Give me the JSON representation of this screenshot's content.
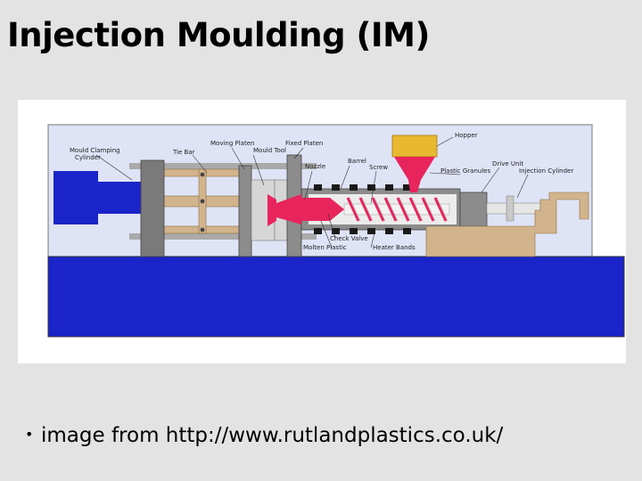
{
  "slide": {
    "title": "Injection Moulding (IM)",
    "bullet": "image from http://www.rutlandplastics.co.uk/"
  },
  "diagram": {
    "labels": {
      "mould_clamping_cylinder_1": "Mould Clamping",
      "mould_clamping_cylinder_2": "Cylinder",
      "tie_bar": "Tie Bar",
      "moving_platen": "Moving Platen",
      "fixed_platen": "Fixed Platen",
      "mould_tool": "Mould Tool",
      "nozzle": "Nozzle",
      "barrel": "Barrel",
      "screw": "Screw",
      "hopper": "Hopper",
      "plastic_granules": "Plastic Granules",
      "drive_unit": "Drive Unit",
      "injection_cylinder": "Injection Cylinder",
      "check_valve": "Check Valve",
      "molten_plastic": "Molten Plastic",
      "heater_bands": "Heater Bands"
    },
    "colors": {
      "base": "#1a24c8",
      "frame": "#dfe3f6",
      "plastic": "#e8245c",
      "hopper": "#e8b830",
      "tan": "#d2b48c",
      "steel": "#8c8c8c"
    }
  }
}
